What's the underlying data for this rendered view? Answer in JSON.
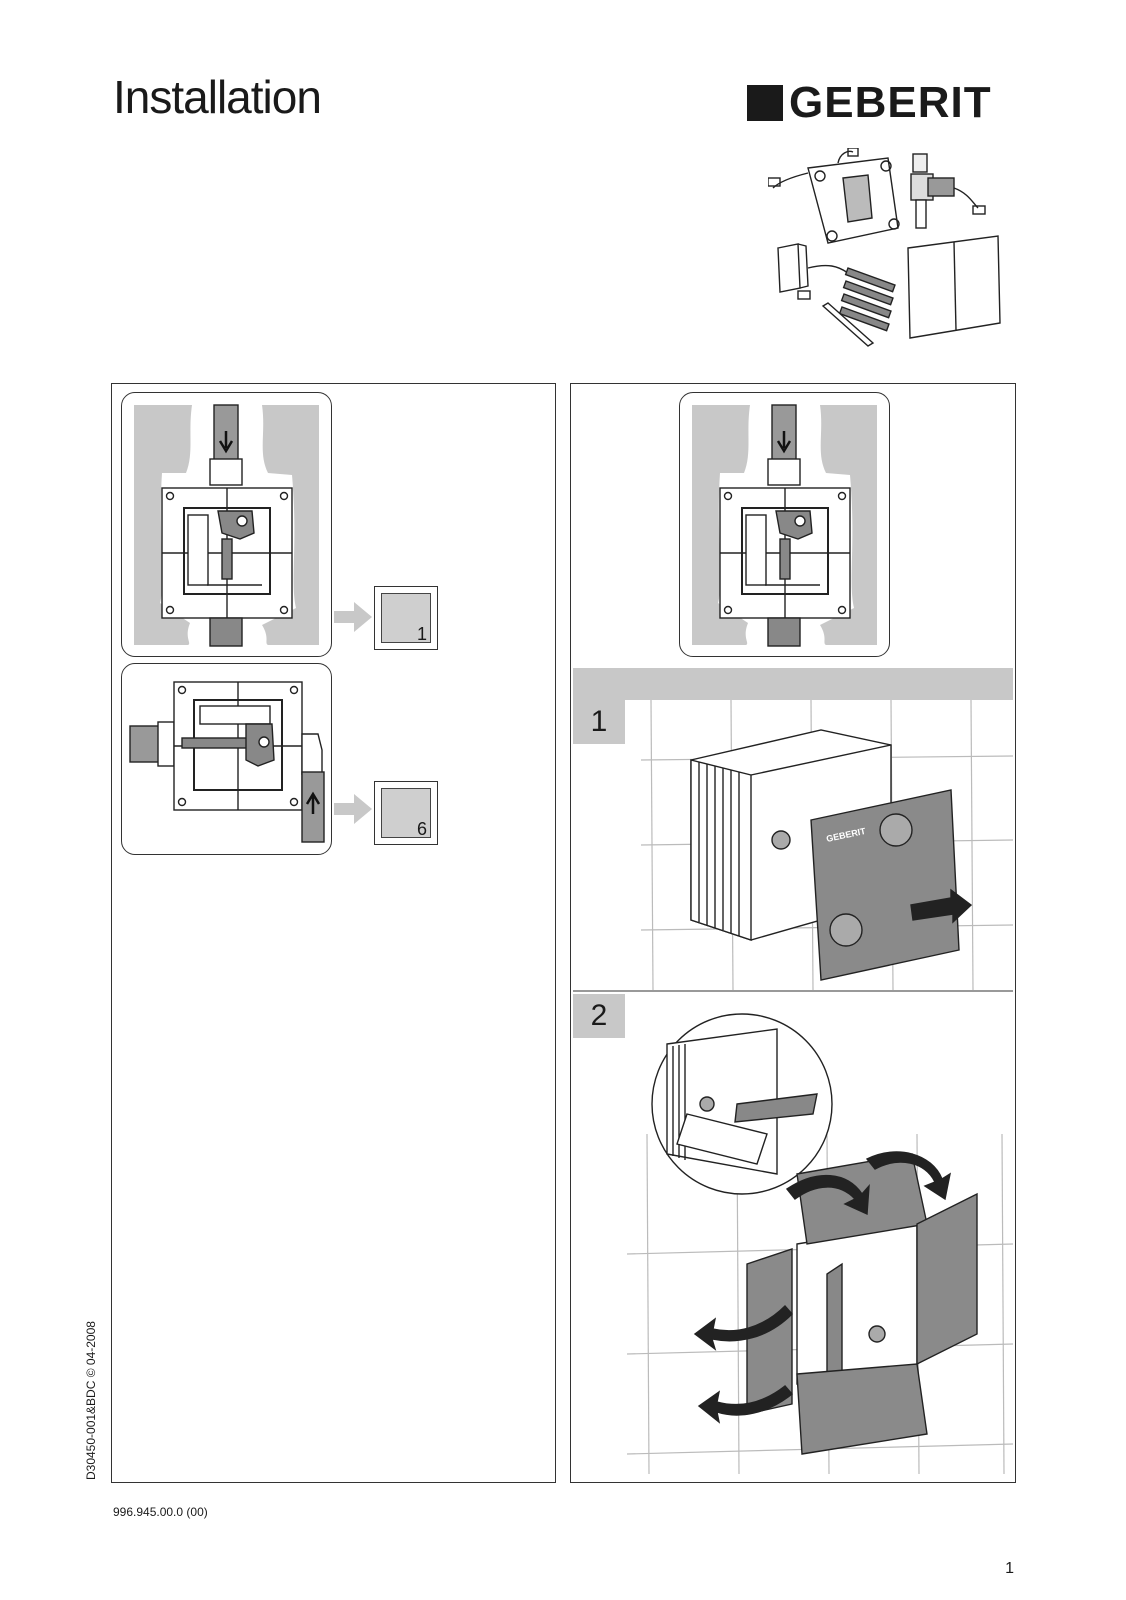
{
  "header": {
    "title": "Installation",
    "brand": "GEBERIT"
  },
  "left_panel": {
    "refs": [
      {
        "page": "1"
      },
      {
        "page": "6"
      }
    ]
  },
  "right_panel": {
    "steps": [
      {
        "number": "1"
      },
      {
        "number": "2"
      }
    ],
    "box_brand": "GEBERIT"
  },
  "side_code": "D30450-001&BDC © 04-2008",
  "footer": {
    "doc_number": "996.945.00.0 (00)",
    "page_number": "1"
  },
  "colors": {
    "gray_fill": "#c8c8c8",
    "line": "#333333"
  }
}
